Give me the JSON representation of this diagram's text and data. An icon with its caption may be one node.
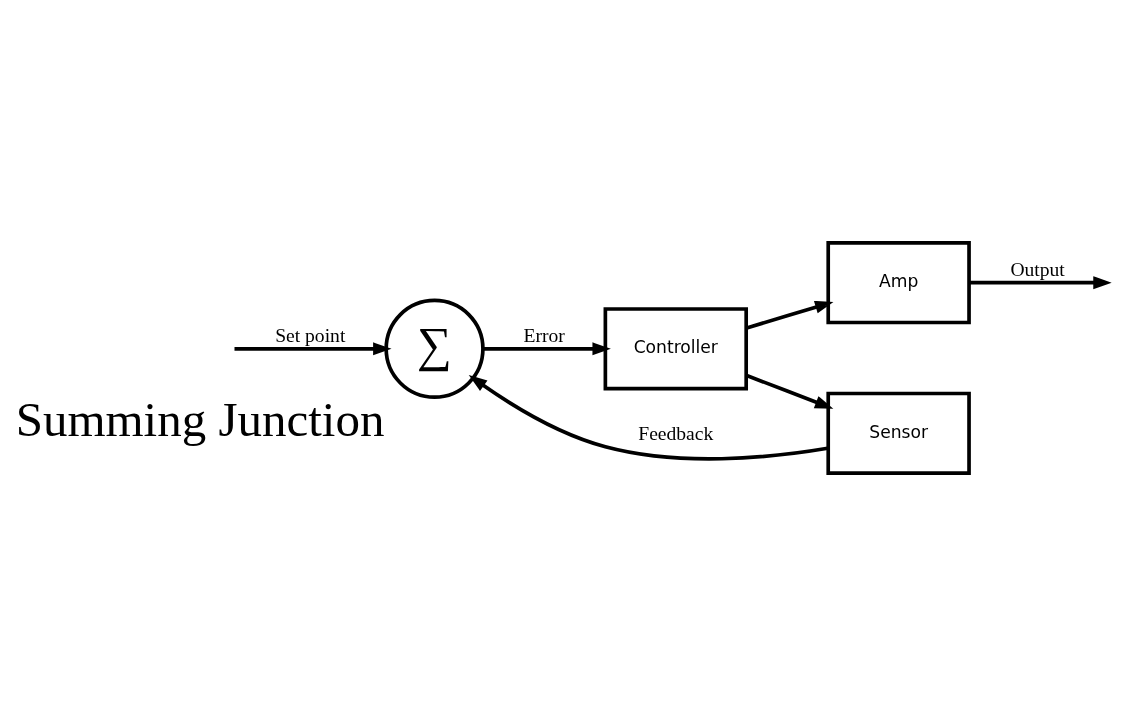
{
  "diagram": {
    "nodes": [
      {
        "text": [
          "∑"
        ],
        "beside": [
          "Summing Junction"
        ]
      },
      {
        "text": [
          "Controller"
        ]
      },
      {
        "text": [
          "Amp"
        ]
      },
      {
        "text": [
          "Sensor"
        ]
      }
    ],
    "edges": [
      {
        "from": null,
        "to": 0,
        "arrow": "to",
        "label": "Set point"
      },
      {
        "from": 0,
        "to": 1,
        "arrow": "to",
        "label": "Error"
      },
      {
        "from": 1,
        "to": 2,
        "arrow": "to"
      },
      {
        "from": 2,
        "to": null,
        "arrow": "to",
        "label": "Output"
      },
      {
        "from": 1,
        "to": 3,
        "arrow": "to"
      },
      {
        "from": 3,
        "to": 0,
        "arrow": "to",
        "label": "Feedback"
      }
    ]
  }
}
